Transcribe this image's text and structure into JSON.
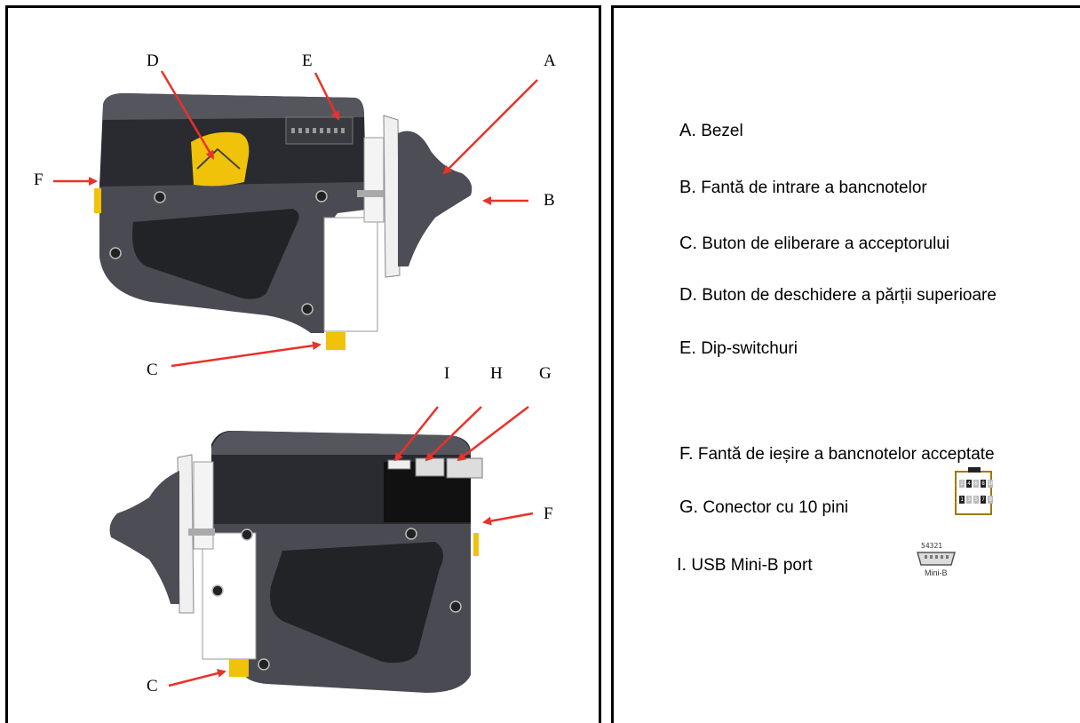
{
  "callouts": {
    "top": {
      "D": "D",
      "E": "E",
      "A": "A",
      "F": "F",
      "B": "B",
      "C": "C"
    },
    "bottom": {
      "I": "I",
      "H": "H",
      "G": "G",
      "F": "F",
      "C": "C"
    }
  },
  "legend": [
    {
      "letter": "A.",
      "text": "Bezel"
    },
    {
      "letter": "B.",
      "text": "Fantă de intrare a bancnotelor"
    },
    {
      "letter": "C.",
      "text": "Buton de eliberare a acceptorului"
    },
    {
      "letter": "D.",
      "text": "Buton de deschidere a părții superioare"
    },
    {
      "letter": "E.",
      "text": "Dip-switchuri"
    },
    {
      "letter": "F.",
      "text": "Fantă de ieșire a bancnotelor acceptate"
    },
    {
      "letter": "G.",
      "text": "Conector cu 10 pini"
    },
    {
      "letter": "I.",
      "text": "USB Mini-B port"
    }
  ],
  "connector": {
    "top_pins": [
      "2",
      "4",
      "6",
      "8",
      "10"
    ],
    "bottom_pins": [
      "1",
      "3",
      "5",
      "7",
      "9"
    ]
  },
  "usb": {
    "pins": "54321",
    "label": "Mini-B"
  },
  "colors": {
    "arrow": "#e8322a",
    "device_body": "#4a4b52",
    "device_dark": "#2c2d33",
    "button_yellow": "#f0c20a",
    "bezel": "#4c4d55"
  }
}
